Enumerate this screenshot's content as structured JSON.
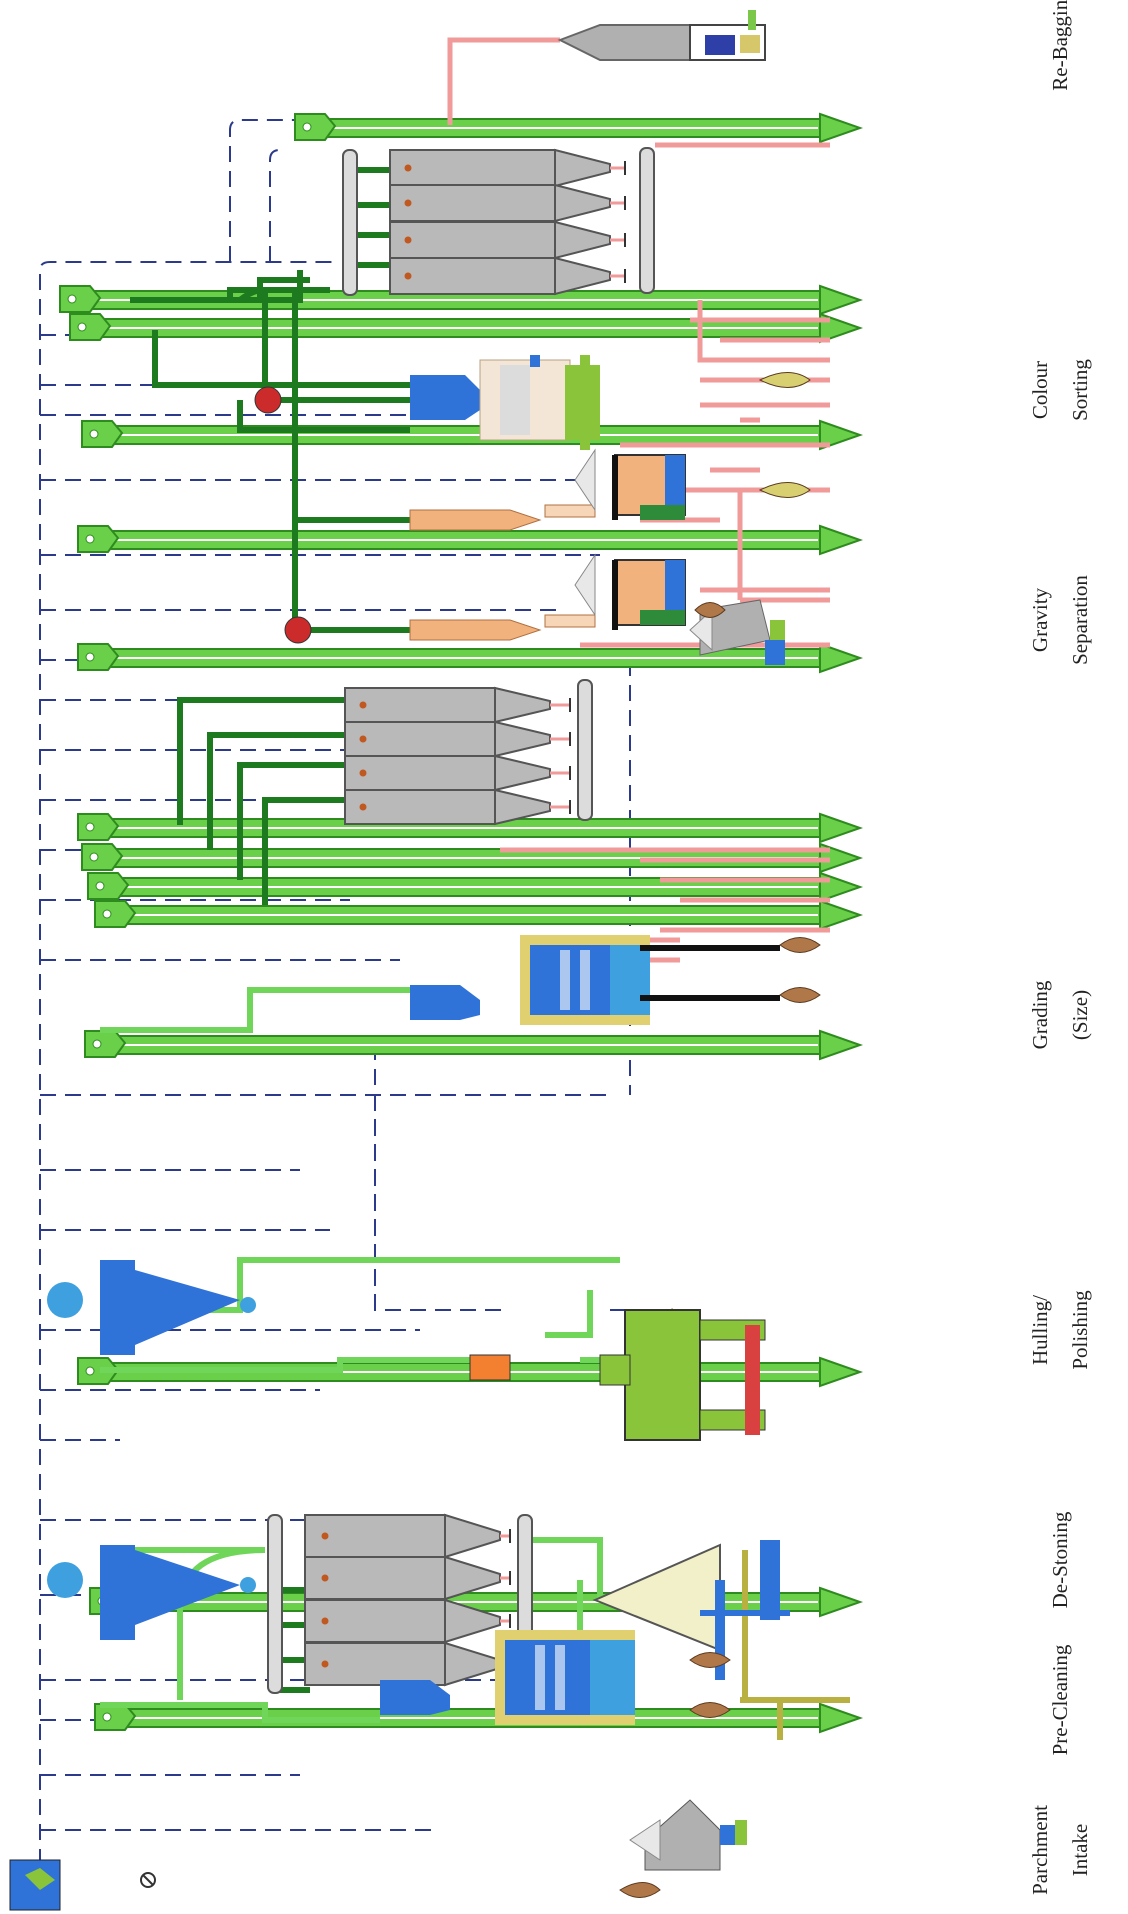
{
  "colors": {
    "elevator": "#2e8b1e",
    "elevator_light": "#6ad04a",
    "pipe_dark": "#1e7a1e",
    "pipe_light": "#6fd65a",
    "pipe_pink": "#f09a9a",
    "pipe_olive": "#b8b040",
    "bin": "#b9b9b9",
    "bin_stroke": "#555555",
    "machine_blue": "#2f72d8",
    "machine_orange": "#f2b27e",
    "machine_green": "#8ac43a",
    "duct": "#2b3a8a",
    "valve": "#cc2b2b",
    "bag": "#b07848"
  },
  "stages": [
    {
      "key": "intake",
      "lines": [
        "Parchment",
        "Intake"
      ]
    },
    {
      "key": "precleaning",
      "lines": [
        "Pre-Cleaning"
      ]
    },
    {
      "key": "destoning",
      "lines": [
        "De-Stoning"
      ]
    },
    {
      "key": "hulling",
      "lines": [
        "Hulling/",
        "Polishing"
      ]
    },
    {
      "key": "grading",
      "lines": [
        "Grading",
        "(Size)"
      ]
    },
    {
      "key": "gravity",
      "lines": [
        "Gravity",
        "Separation"
      ]
    },
    {
      "key": "colour",
      "lines": [
        "Colour",
        "Sorting"
      ]
    },
    {
      "key": "rebagging",
      "lines": [
        "Re-Bagging"
      ]
    }
  ]
}
